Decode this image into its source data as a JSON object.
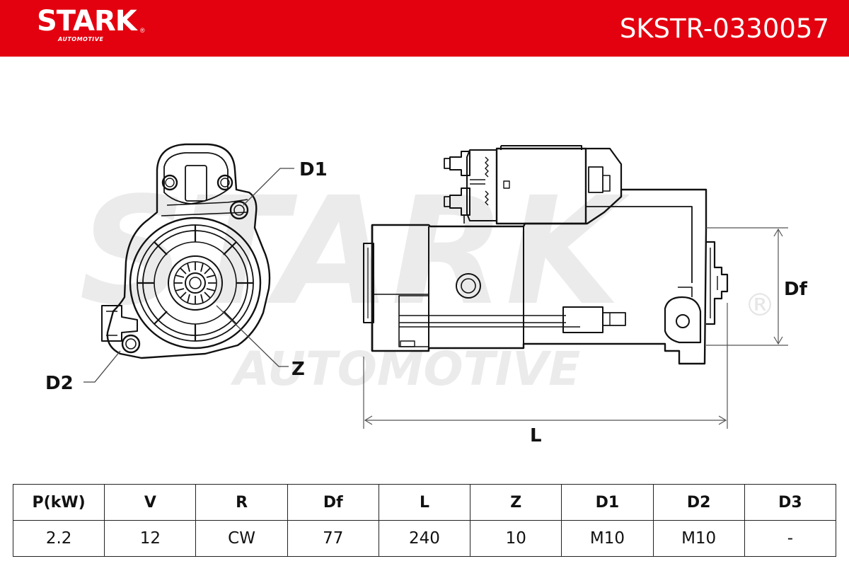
{
  "header": {
    "brand": "STARK",
    "brand_sub": "AUTOMOTIVE",
    "brand_reg": "®",
    "part_number": "SKSTR-0330057",
    "color": "#e3000f"
  },
  "drawing": {
    "watermark_main": "STARK",
    "watermark_sub": "AUTOMOTIVE",
    "watermark_reg": "®",
    "labels": {
      "d1": "D1",
      "d2": "D2",
      "z": "Z",
      "df": "Df",
      "l": "L"
    }
  },
  "table": {
    "headers": [
      "P(kW)",
      "V",
      "R",
      "Df",
      "L",
      "Z",
      "D1",
      "D2",
      "D3"
    ],
    "values": [
      "2.2",
      "12",
      "CW",
      "77",
      "240",
      "10",
      "M10",
      "M10",
      "-"
    ]
  }
}
